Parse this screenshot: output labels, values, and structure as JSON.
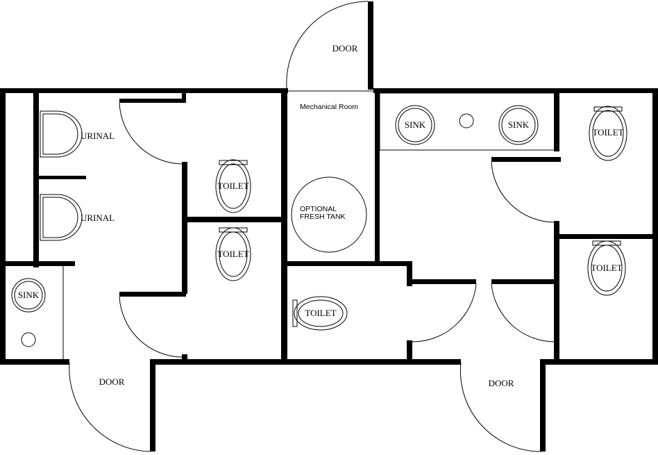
{
  "labels": {
    "door": "DOOR",
    "urinal": "URINAL",
    "toilet": "TOILET",
    "sink": "SINK",
    "mechanical_room": "Mechanical Room",
    "tank_line1": "OPTIONAL",
    "tank_line2": "FRESH TANK"
  },
  "colors": {
    "wall": "#000000",
    "background": "#ffffff"
  }
}
